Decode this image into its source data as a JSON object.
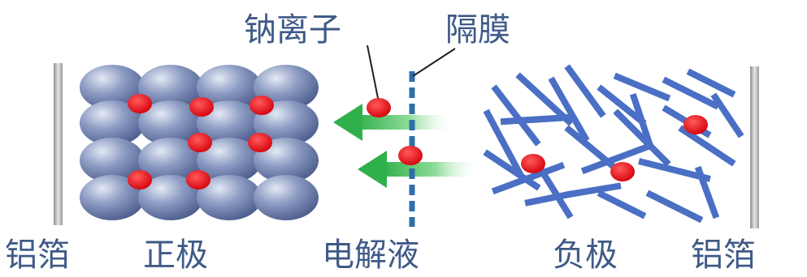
{
  "labels": {
    "sodium_ion": "钠离子",
    "separator": "隔膜",
    "aluminum_foil_left": "铝箔",
    "cathode": "正极",
    "electrolyte": "电解液",
    "anode": "负极",
    "aluminum_foil_right": "铝箔"
  },
  "colors": {
    "label_text": "#3f5a87",
    "ion": "#e8000e",
    "separator": "#2f6fa8",
    "anode_rods": "#4a6fc4",
    "arrow": "#3fb84a",
    "foil": "#b5b5b5"
  },
  "icons": {
    "cathode_particles": "sphere",
    "anode_particles": "rod",
    "ion_flow": "arrow-left"
  }
}
